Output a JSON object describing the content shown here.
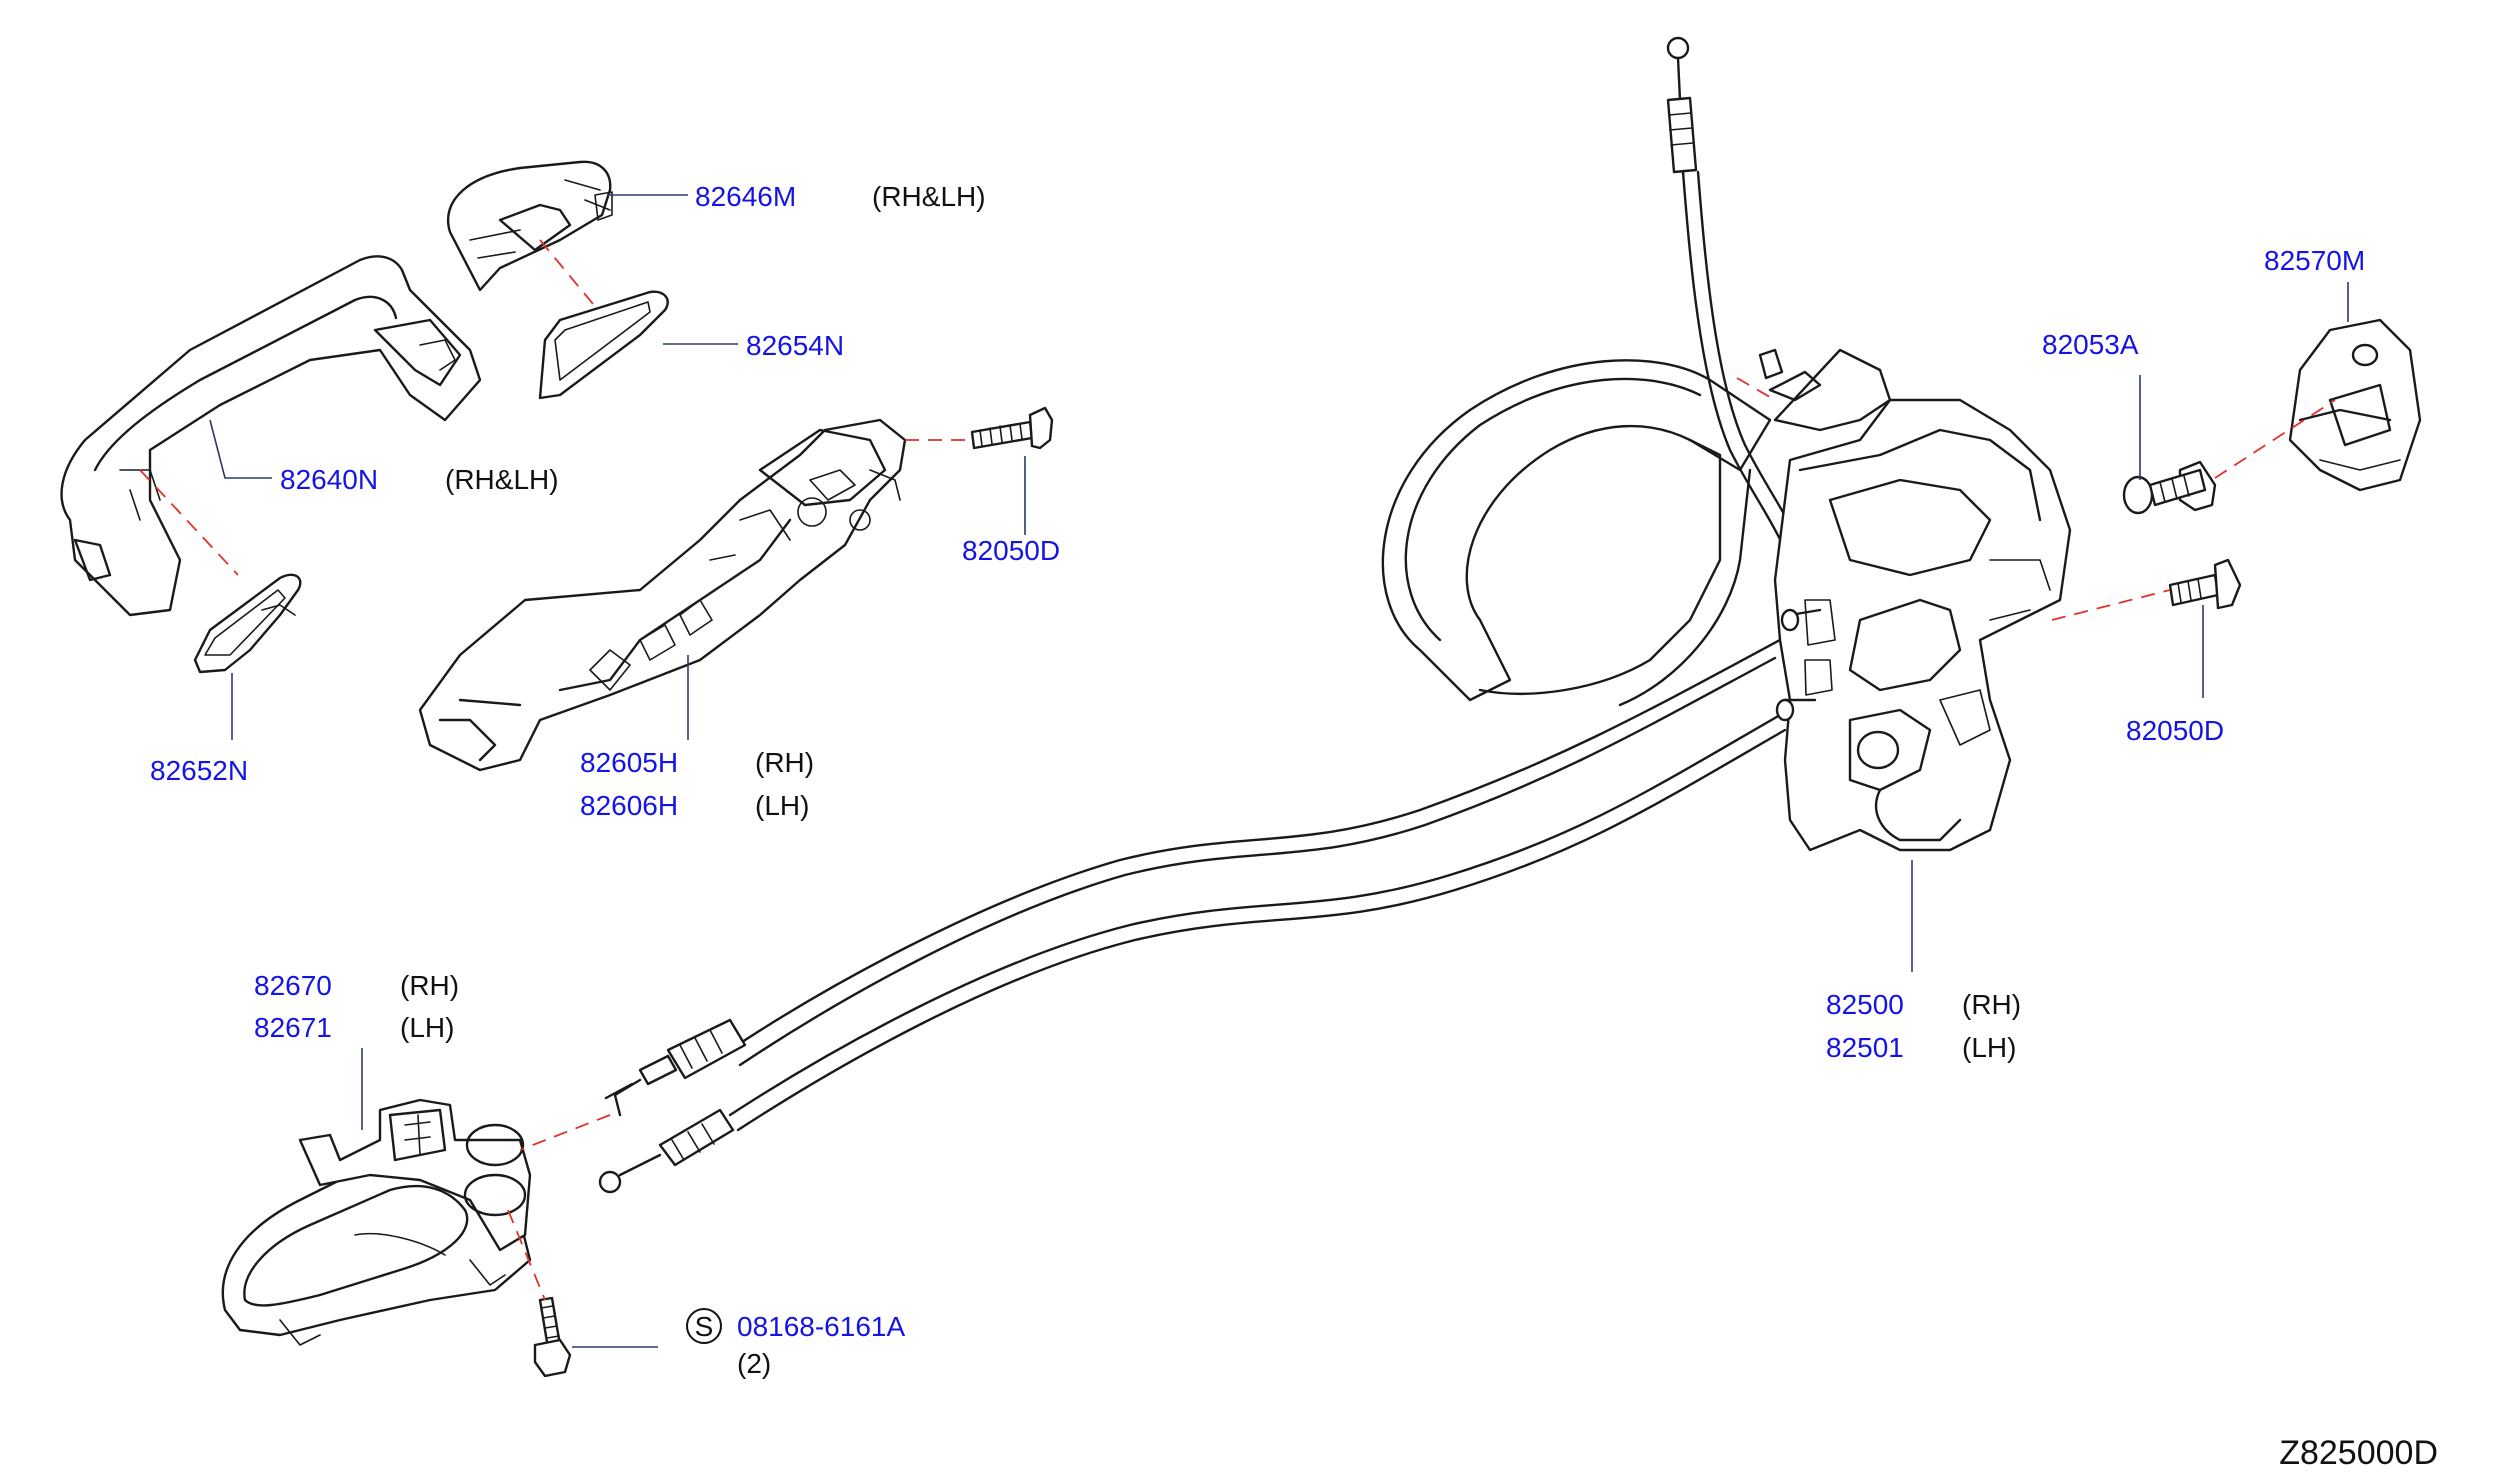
{
  "diagram_code": "Z825000D",
  "callouts": [
    {
      "part": "82646M",
      "note": "(RH&LH)"
    },
    {
      "part": "82654N",
      "note": ""
    },
    {
      "part": "82640N",
      "note": "(RH&LH)"
    },
    {
      "part": "82652N",
      "note": ""
    },
    {
      "part": "82050D",
      "note": ""
    },
    {
      "part": "82605H",
      "note": "(RH)"
    },
    {
      "part": "82606H",
      "note": "(LH)"
    },
    {
      "part": "82670",
      "note": "(RH)"
    },
    {
      "part": "82671",
      "note": "(LH)"
    },
    {
      "part": "08168-6161A",
      "symbol": "S",
      "note": "(2)"
    },
    {
      "part": "82053A",
      "note": ""
    },
    {
      "part": "82570M",
      "note": ""
    },
    {
      "part": "82050D",
      "note": ""
    },
    {
      "part": "82500",
      "note": "(RH)"
    },
    {
      "part": "82501",
      "note": "(LH)"
    }
  ]
}
